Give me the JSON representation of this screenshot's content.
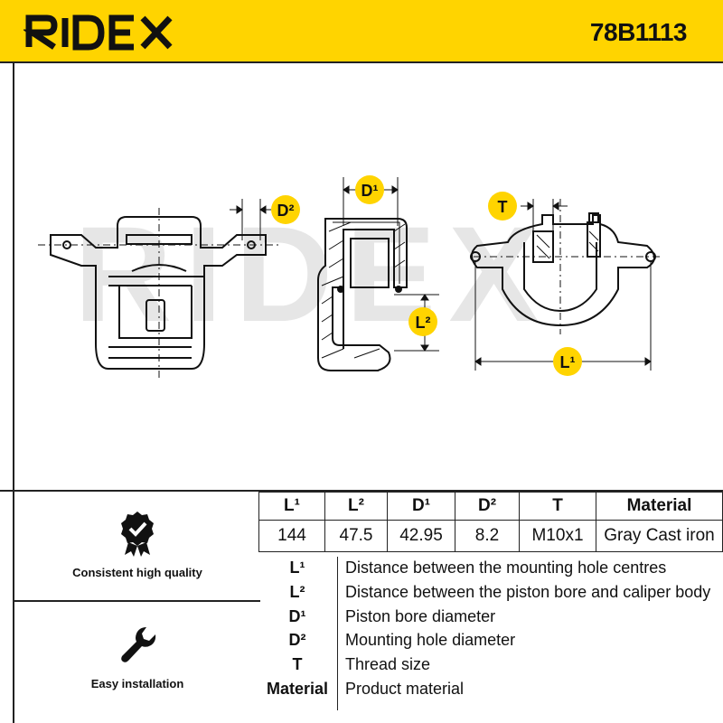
{
  "brand": {
    "name": "RIDEX",
    "color": "#ffd400"
  },
  "header": {
    "part_number": "78B1113"
  },
  "drawing": {
    "watermark": "RIDEX",
    "labels": {
      "d1": "D¹",
      "d2": "D²",
      "l1": "L¹",
      "l2": "L²",
      "t": "T"
    }
  },
  "features": [
    {
      "icon": "quality-check-badge-icon",
      "label": "Consistent high quality"
    },
    {
      "icon": "wrench-icon",
      "label": "Easy installation"
    }
  ],
  "specs": {
    "headers": [
      "L¹",
      "L²",
      "D¹",
      "D²",
      "T",
      "Material"
    ],
    "values": [
      "144",
      "47.5",
      "42.95",
      "8.2",
      "M10x1",
      "Gray Cast iron"
    ]
  },
  "legend": [
    {
      "key": "L¹",
      "desc": "Distance between the mounting hole centres"
    },
    {
      "key": "L²",
      "desc": "Distance between the piston bore and caliper body"
    },
    {
      "key": "D¹",
      "desc": "Piston bore diameter"
    },
    {
      "key": "D²",
      "desc": "Mounting hole diameter"
    },
    {
      "key": "T",
      "desc": "Thread size"
    },
    {
      "key": "Material",
      "desc": "Product material"
    }
  ]
}
